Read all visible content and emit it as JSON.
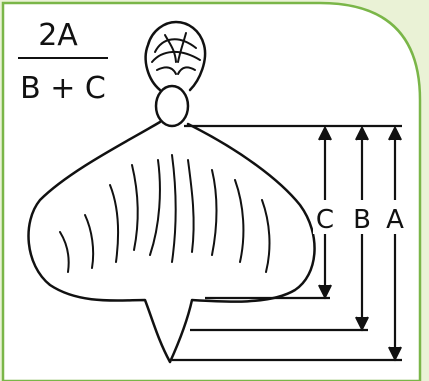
{
  "formula": {
    "numerator": "2A",
    "denominator": "B + C"
  },
  "dimensions": {
    "c_label": "C",
    "b_label": "B",
    "a_label": "A"
  },
  "colors": {
    "background": "#eaf2d6",
    "panel": "#ffffff",
    "border": "#7ab648",
    "ink": "#111111"
  }
}
